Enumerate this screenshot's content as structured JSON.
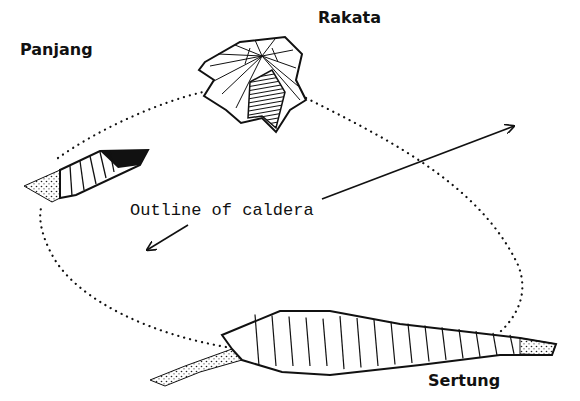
{
  "diagram": {
    "labels": [
      "Rakata",
      "Panjang",
      "Outline of caldera",
      "Sertung"
    ]
  }
}
